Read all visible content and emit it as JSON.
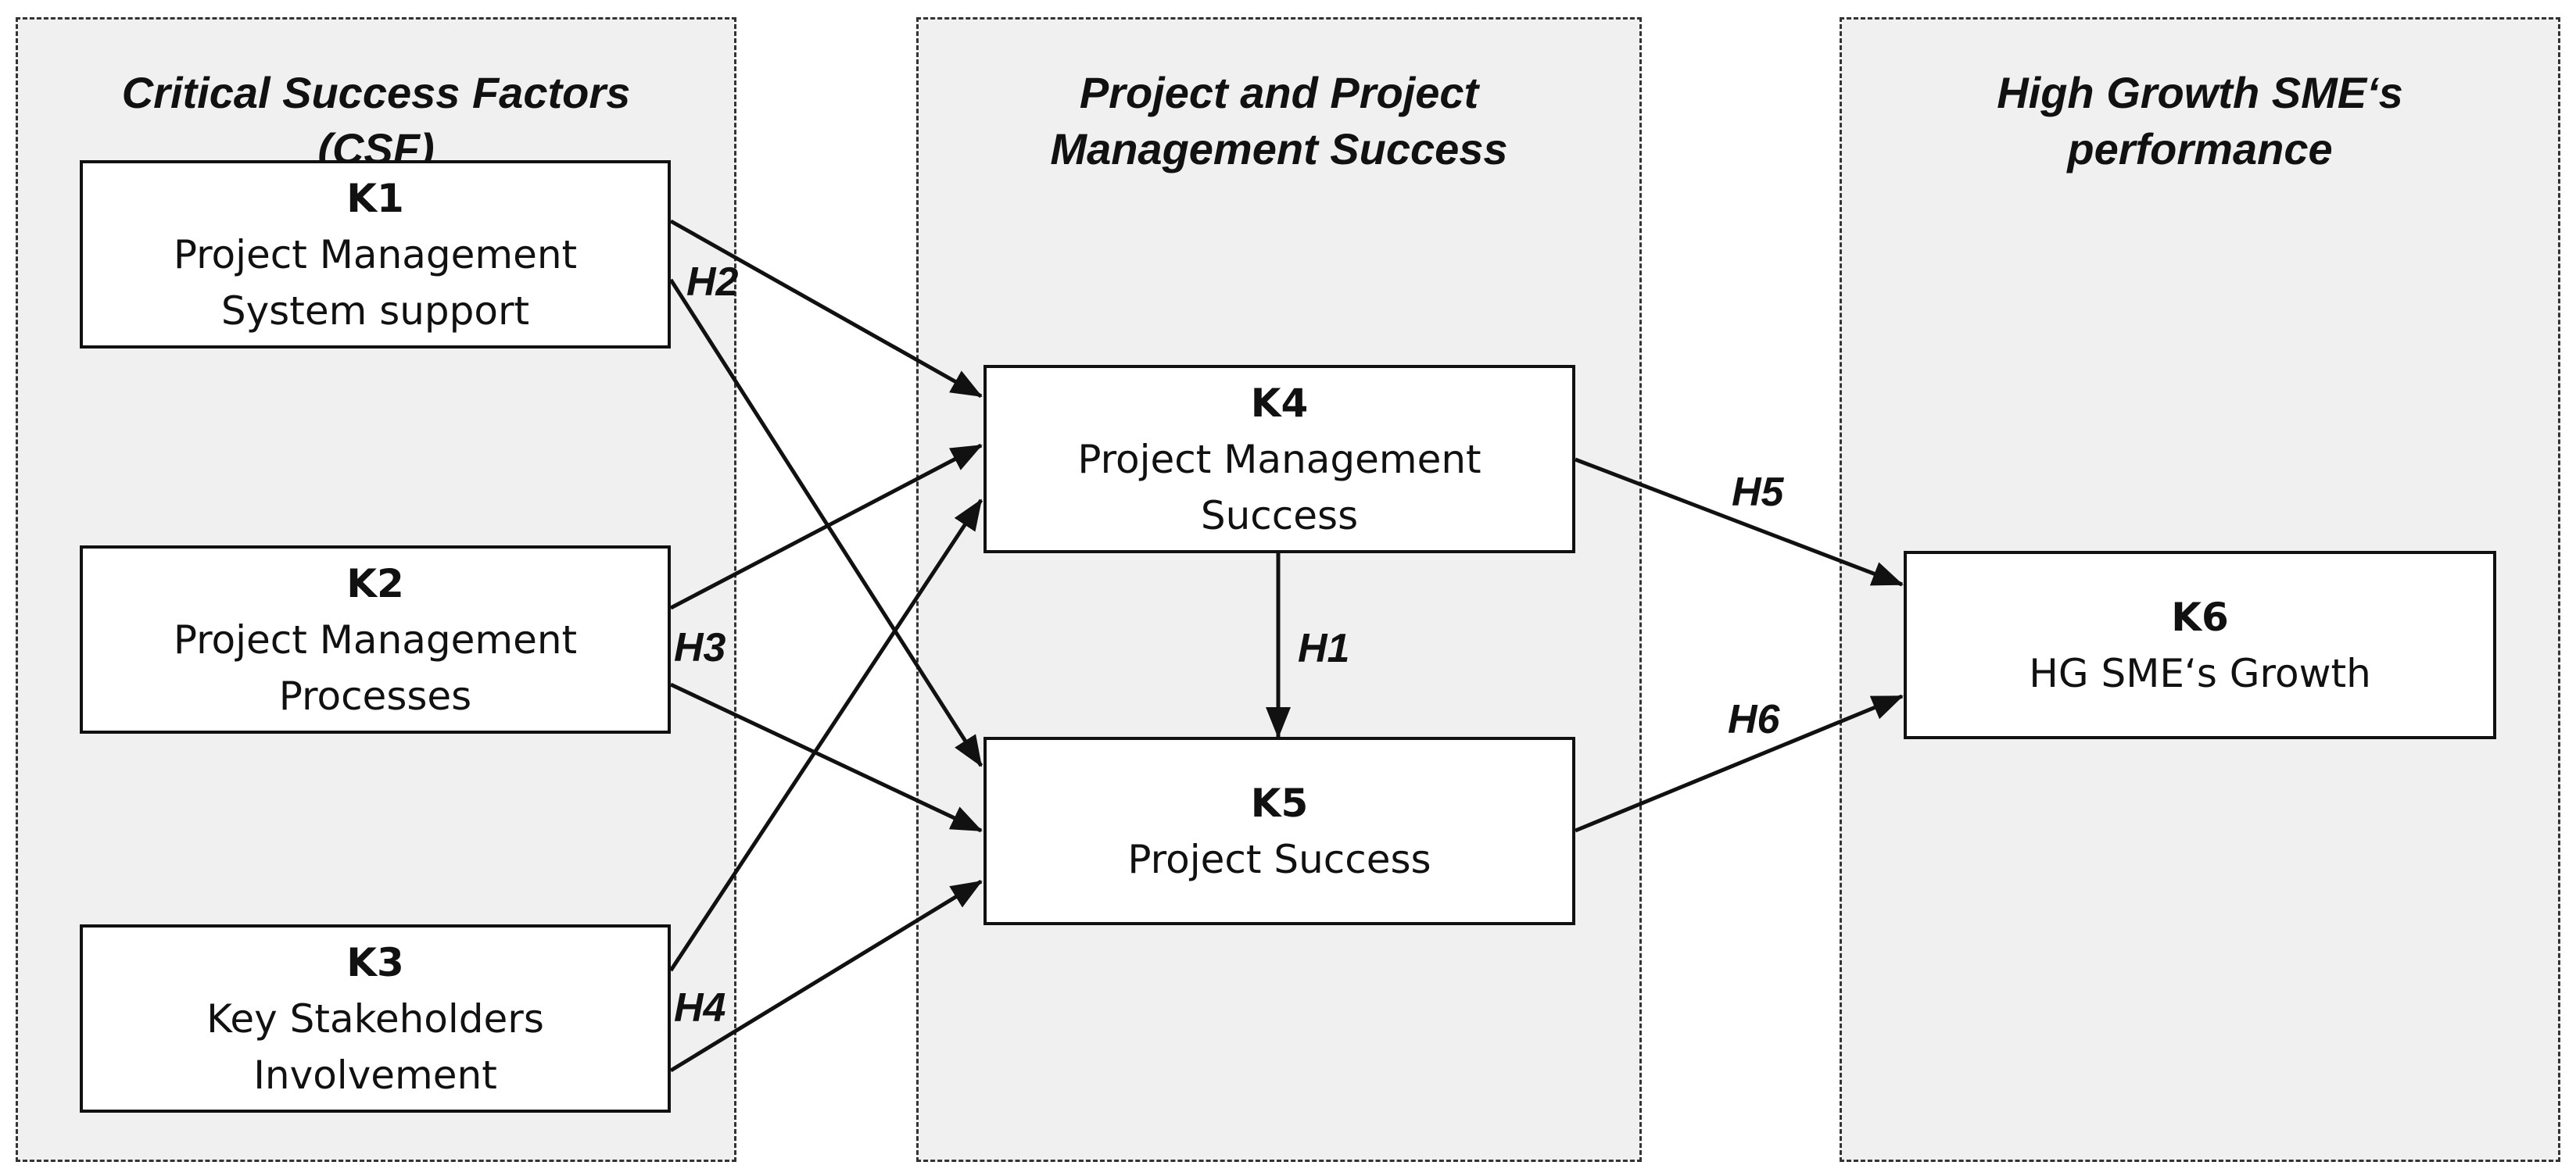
{
  "panels": {
    "csf": {
      "title_lines": [
        "Critical Success Factors",
        "(CSF)"
      ]
    },
    "success": {
      "title_lines": [
        "Project and Project",
        "Management Success"
      ]
    },
    "growth": {
      "title_lines": [
        "High Growth SME‘s",
        "performance"
      ]
    }
  },
  "nodes": {
    "k1": {
      "code": "K1",
      "lines": [
        "Project Management",
        "System support"
      ]
    },
    "k2": {
      "code": "K2",
      "lines": [
        "Project Management",
        "Processes"
      ]
    },
    "k3": {
      "code": "K3",
      "lines": [
        "Key Stakeholders",
        "Involvement"
      ]
    },
    "k4": {
      "code": "K4",
      "lines": [
        "Project Management",
        "Success"
      ]
    },
    "k5": {
      "code": "K5",
      "lines": [
        "Project Success"
      ]
    },
    "k6": {
      "code": "K6",
      "lines": [
        "HG SME‘s Growth"
      ]
    }
  },
  "hypotheses": {
    "h1": "H1",
    "h2": "H2",
    "h3": "H3",
    "h4": "H4",
    "h5": "H5",
    "h6": "H6"
  },
  "edges": [
    {
      "from": "K1",
      "to": "K4"
    },
    {
      "from": "K1",
      "to": "K5"
    },
    {
      "from": "K2",
      "to": "K4"
    },
    {
      "from": "K2",
      "to": "K5"
    },
    {
      "from": "K3",
      "to": "K4"
    },
    {
      "from": "K3",
      "to": "K5"
    },
    {
      "from": "K4",
      "to": "K5"
    },
    {
      "from": "K4",
      "to": "K6"
    },
    {
      "from": "K5",
      "to": "K6"
    }
  ]
}
